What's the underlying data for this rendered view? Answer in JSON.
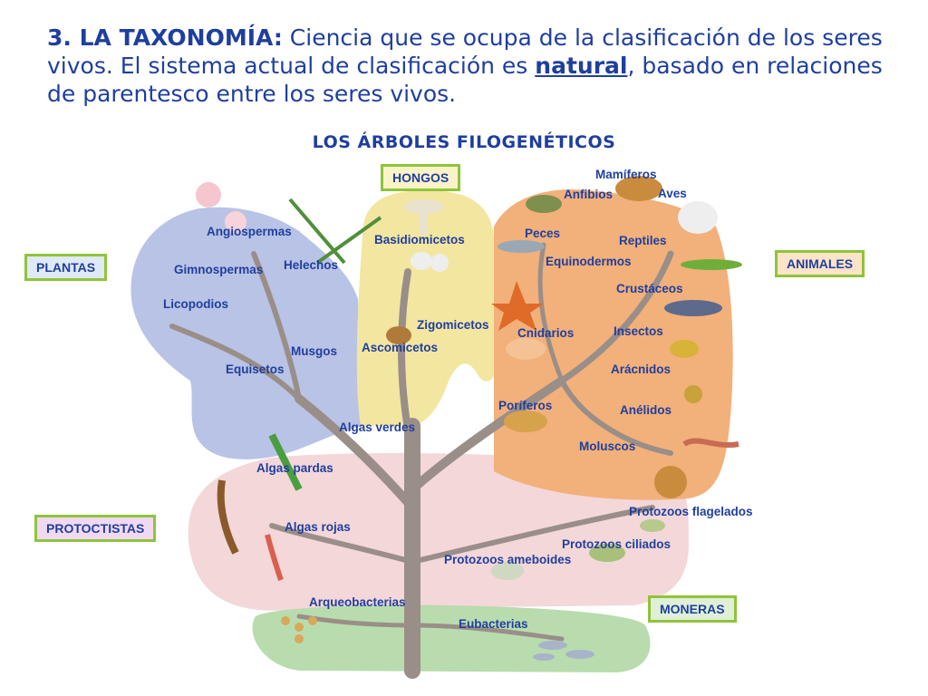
{
  "heading": {
    "number": "3. LA TAXONOMÍA:",
    "text_a": " Ciencia que se ocupa de la clasificación de los seres vivos. El sistema actual de clasificación es ",
    "keyword": "natural",
    "text_b": ", basado en relaciones de parentesco entre los seres vivos."
  },
  "subtitle": "LOS ÁRBOLES FILOGENÉTICOS",
  "kingdoms": {
    "hongos": "HONGOS",
    "plantas": "PLANTAS",
    "animales": "ANIMALES",
    "protoctistas": "PROTOCTISTAS",
    "moneras": "MONERAS"
  },
  "groups": {
    "angiospermas": "Angiospermas",
    "gimnospermas": "Gimnospermas",
    "helechos": "Helechos",
    "licopodios": "Licopodios",
    "musgos": "Musgos",
    "equisetos": "Equisetos",
    "basidiomicetos": "Basidiomicetos",
    "zigomicetos": "Zigomicetos",
    "ascomicetos": "Ascomicetos",
    "mamiferos": "Mamíferos",
    "anfibios": "Anfibios",
    "aves": "Aves",
    "peces": "Peces",
    "reptiles": "Reptiles",
    "equinodermos": "Equinodermos",
    "crustaceos": "Crustáceos",
    "cnidarios": "Cnidarios",
    "insectos": "Insectos",
    "aracnidos": "Arácnidos",
    "poriferos": "Poríferos",
    "anelidos": "Anélidos",
    "moluscos": "Moluscos",
    "algas_verdes": "Algas verdes",
    "algas_pardas": "Algas pardas",
    "algas_rojas": "Algas rojas",
    "protozoos_flagelados": "Protozoos flagelados",
    "protozoos_ciliados": "Protozoos ciliados",
    "protozoos_ameboides": "Protozoos ameboides",
    "arqueobacterias": "Arqueobacterias",
    "eubacterias": "Eubacterias"
  },
  "colors": {
    "text": "#1f3f9e",
    "plants_region": "#b9c3e6",
    "fungi_region": "#f3e6a0",
    "animals_region": "#f2b07a",
    "protists_region": "#f3d7d9",
    "monera_region": "#b8dcae",
    "tree": "#9a8e88",
    "box_plantas": "#8fc43a",
    "box_hongos": "#8fc43a",
    "box_animales": "#8fc43a",
    "box_protoctistas": "#8fc43a",
    "box_moneras": "#8fc43a",
    "box_fill_plantas": "#dfe9f7",
    "box_fill_hongos": "#fbf3c8",
    "box_fill_animales": "#fde3c8",
    "box_fill_protoctistas": "#f1d9f2",
    "box_fill_moneras": "#dff0d6"
  }
}
